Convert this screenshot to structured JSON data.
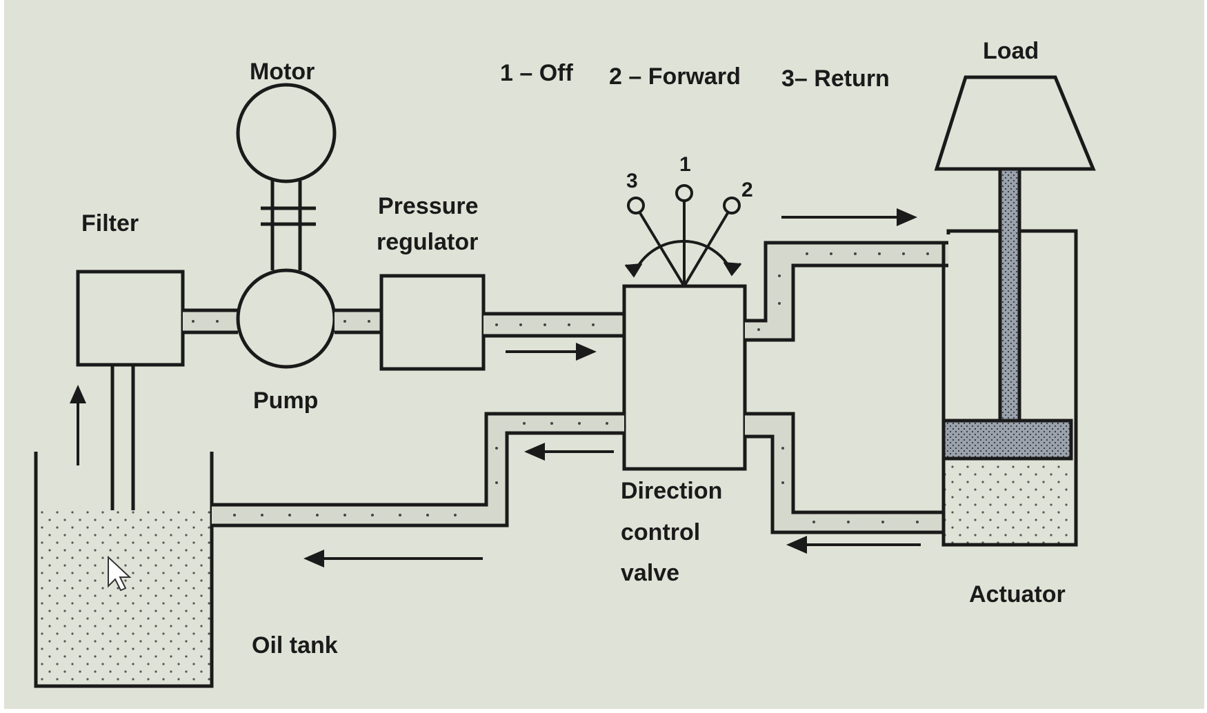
{
  "labels": {
    "motor": "Motor",
    "legend_off": "1 – Off",
    "legend_forward": "2 – Forward",
    "legend_return": "3– Return",
    "load": "Load",
    "filter": "Filter",
    "pressure_line1": "Pressure",
    "pressure_line2": "regulator",
    "pump": "Pump",
    "dcv_line1": "Direction",
    "dcv_line2": "control",
    "dcv_line3": "valve",
    "actuator": "Actuator",
    "oil_tank": "Oil tank"
  },
  "valve_positions": {
    "pos1": "1",
    "pos2": "2",
    "pos3": "3"
  },
  "colors": {
    "background": "#dfe2d6",
    "ink": "#1a1a1a",
    "rod_fill": "#9aa2ad",
    "piston_fill": "#a9b0b6"
  }
}
